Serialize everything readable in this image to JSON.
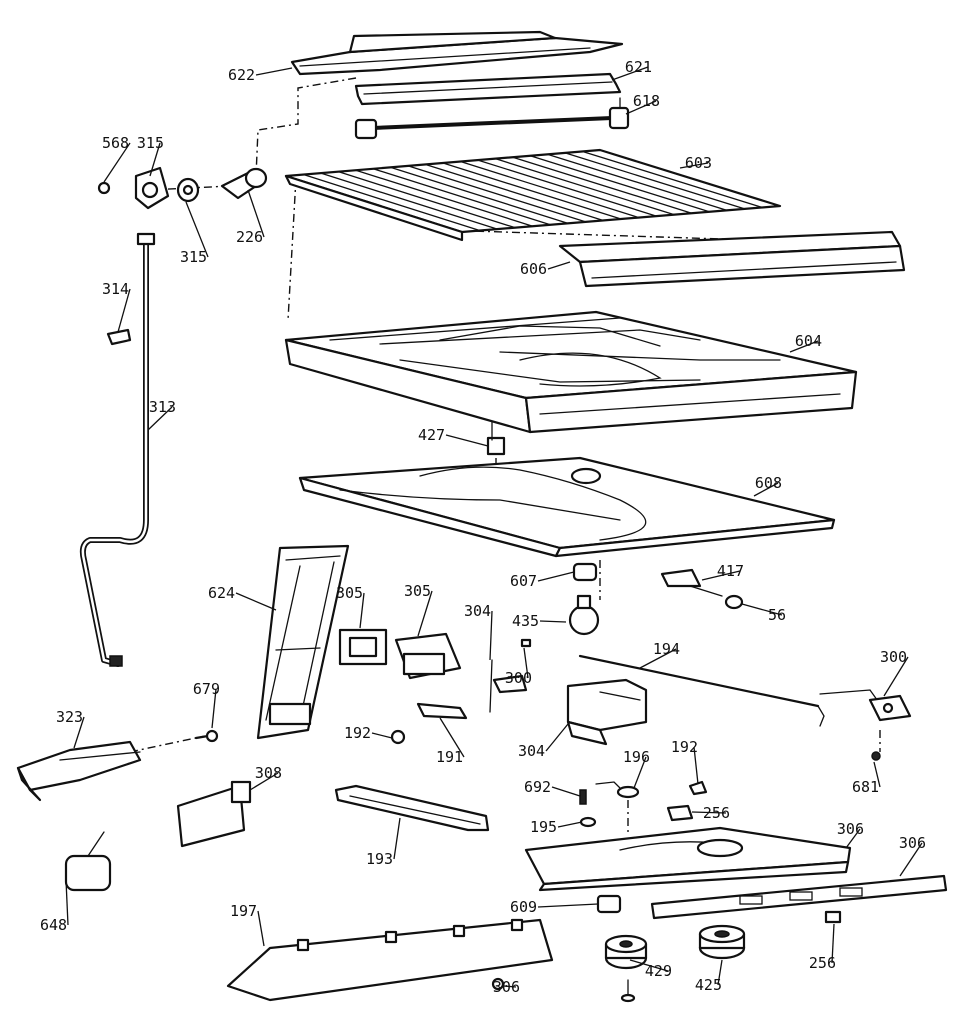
{
  "colors": {
    "ink": "#111111",
    "paper": "#ffffff"
  },
  "callouts": [
    {
      "id": "c622",
      "text": "622"
    },
    {
      "id": "c621",
      "text": "621"
    },
    {
      "id": "c618",
      "text": "618"
    },
    {
      "id": "c568",
      "text": "568"
    },
    {
      "id": "c315a",
      "text": "315"
    },
    {
      "id": "c315b",
      "text": "315"
    },
    {
      "id": "c226",
      "text": "226"
    },
    {
      "id": "c603",
      "text": "603"
    },
    {
      "id": "c606",
      "text": "606"
    },
    {
      "id": "c314",
      "text": "314"
    },
    {
      "id": "c604",
      "text": "604"
    },
    {
      "id": "c313",
      "text": "313"
    },
    {
      "id": "c427",
      "text": "427"
    },
    {
      "id": "c608",
      "text": "608"
    },
    {
      "id": "c624",
      "text": "624"
    },
    {
      "id": "c305a",
      "text": "305"
    },
    {
      "id": "c305b",
      "text": "305"
    },
    {
      "id": "c607",
      "text": "607"
    },
    {
      "id": "c417",
      "text": "417"
    },
    {
      "id": "c304a",
      "text": "304"
    },
    {
      "id": "c435",
      "text": "435"
    },
    {
      "id": "c56",
      "text": "56"
    },
    {
      "id": "c194",
      "text": "194"
    },
    {
      "id": "c300a",
      "text": "300"
    },
    {
      "id": "c300b",
      "text": "300"
    },
    {
      "id": "c679",
      "text": "679"
    },
    {
      "id": "c323",
      "text": "323"
    },
    {
      "id": "c192a",
      "text": "192"
    },
    {
      "id": "c191",
      "text": "191"
    },
    {
      "id": "c304b",
      "text": "304"
    },
    {
      "id": "c196",
      "text": "196"
    },
    {
      "id": "c192b",
      "text": "192"
    },
    {
      "id": "c692",
      "text": "692"
    },
    {
      "id": "c308",
      "text": "308"
    },
    {
      "id": "c681",
      "text": "681"
    },
    {
      "id": "c256a",
      "text": "256"
    },
    {
      "id": "c195",
      "text": "195"
    },
    {
      "id": "c306a",
      "text": "306"
    },
    {
      "id": "c306b",
      "text": "306"
    },
    {
      "id": "c193",
      "text": "193"
    },
    {
      "id": "c648",
      "text": "648"
    },
    {
      "id": "c609",
      "text": "609"
    },
    {
      "id": "c197",
      "text": "197"
    },
    {
      "id": "c256b",
      "text": "256"
    },
    {
      "id": "c429",
      "text": "429"
    },
    {
      "id": "c425",
      "text": "425"
    },
    {
      "id": "c306c",
      "text": "306"
    }
  ]
}
